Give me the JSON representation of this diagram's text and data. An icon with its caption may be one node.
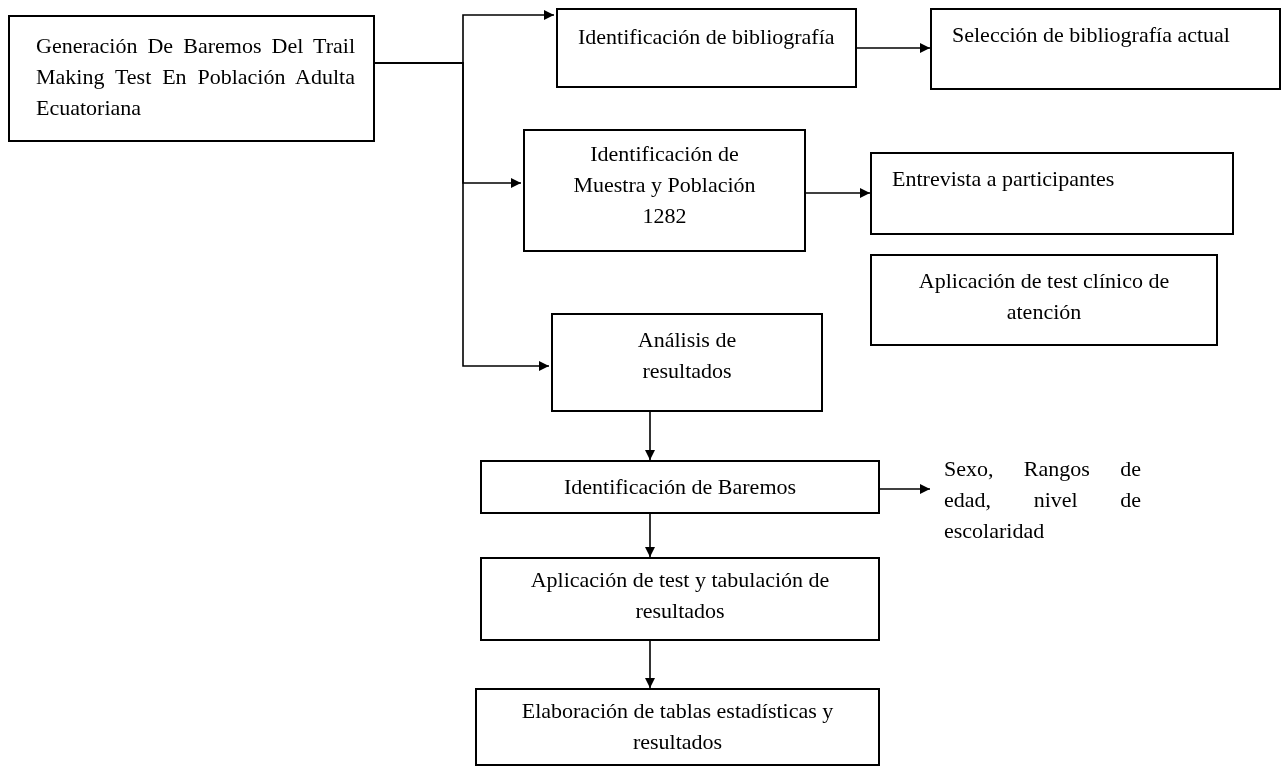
{
  "diagram": {
    "nodes": [
      {
        "text": [
          "Generación De Baremos Del Trail Making Test En Población Adulta Ecuatoriana"
        ]
      },
      {
        "text": [
          "Identificación de bibliografía"
        ]
      },
      {
        "text": [
          "Selección de bibliografía actual"
        ]
      },
      {
        "text": [
          "Identificación de Muestra y Población 1282"
        ]
      },
      {
        "text": [
          "Entrevista a participantes"
        ]
      },
      {
        "text": [
          "Aplicación de test clínico de atención"
        ]
      },
      {
        "text": [
          "Análisis de resultados"
        ]
      },
      {
        "text": [
          "Identificación de Baremos"
        ]
      },
      {
        "text": [
          "Sexo, Rangos de edad, nivel de escolaridad"
        ]
      },
      {
        "text": [
          "Aplicación de test y tabulación de resultados"
        ]
      },
      {
        "text": [
          "Elaboración de tablas estadísticas y resultados"
        ]
      }
    ],
    "edges": [
      {
        "from": 0,
        "to": 1,
        "arrow": "to"
      },
      {
        "from": 0,
        "to": 3,
        "arrow": "to"
      },
      {
        "from": 0,
        "to": 6,
        "arrow": "to"
      },
      {
        "from": 1,
        "to": 2,
        "arrow": "to"
      },
      {
        "from": 3,
        "to": 4,
        "arrow": "to"
      },
      {
        "from": 6,
        "to": 7,
        "arrow": "to"
      },
      {
        "from": 7,
        "to": 8,
        "arrow": "to"
      },
      {
        "from": 7,
        "to": 9,
        "arrow": "to"
      },
      {
        "from": 9,
        "to": 10,
        "arrow": "to"
      }
    ]
  }
}
